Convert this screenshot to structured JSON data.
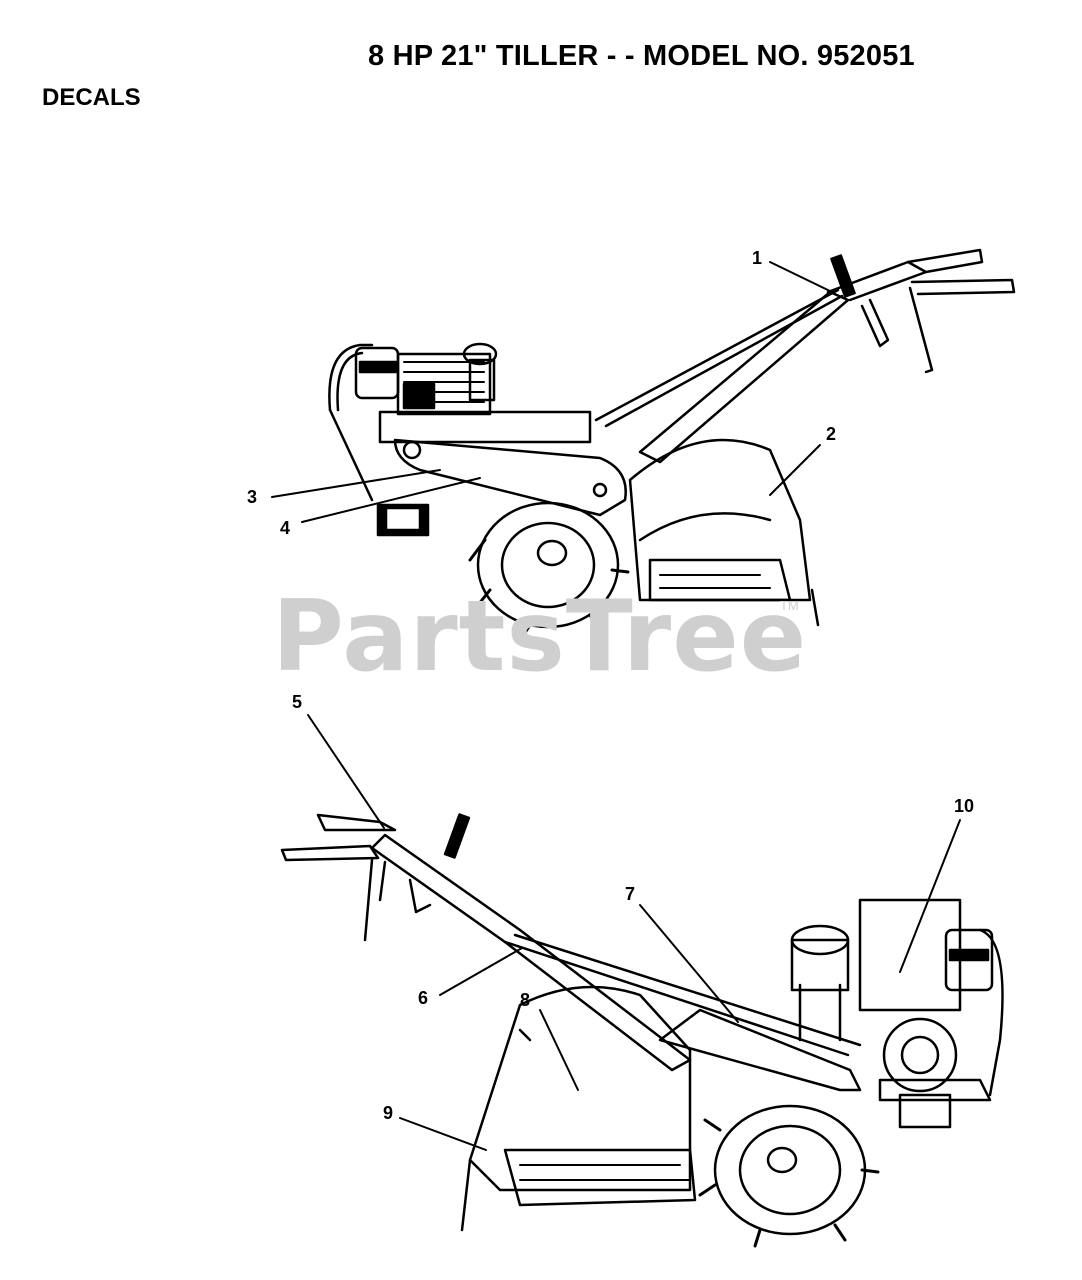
{
  "header": {
    "title": "8 HP 21\" TILLER - - MODEL NO. 952051",
    "section": "DECALS"
  },
  "watermark": {
    "text": "PartsTree",
    "tm": "TM"
  },
  "callouts": [
    "1",
    "2",
    "3",
    "4",
    "5",
    "6",
    "7",
    "8",
    "9",
    "10"
  ],
  "colors": {
    "ink": "#000000",
    "watermark": "#cfcfcf",
    "background": "#ffffff"
  }
}
